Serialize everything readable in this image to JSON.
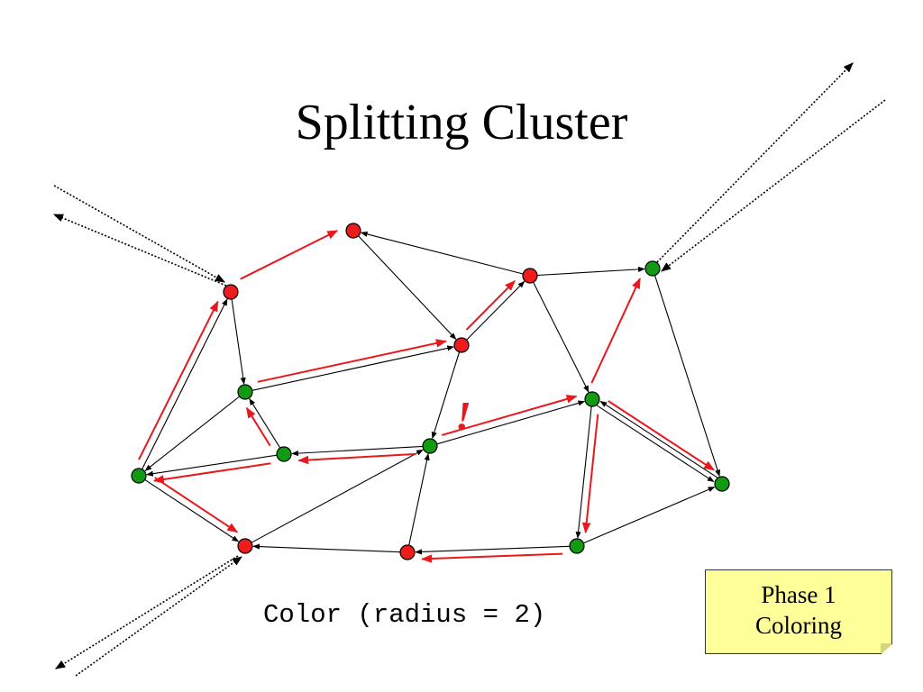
{
  "title": "Splitting Cluster",
  "caption": "Color (radius = 2)",
  "note": {
    "line1": "Phase 1",
    "line2": "Coloring"
  },
  "exclamation": "!",
  "colors": {
    "red_node": "#ee1c1c",
    "green_node": "#129b12",
    "node_outline": "#000000",
    "edge": "#000000",
    "red_arrow": "#e8181c",
    "note_fill": "#ffff99"
  },
  "nodes": [
    {
      "id": "r1",
      "color": "red"
    },
    {
      "id": "r2",
      "color": "red"
    },
    {
      "id": "r3",
      "color": "red"
    },
    {
      "id": "r4",
      "color": "red"
    },
    {
      "id": "r5",
      "color": "red"
    },
    {
      "id": "r6",
      "color": "red"
    },
    {
      "id": "g1",
      "color": "green"
    },
    {
      "id": "g2",
      "color": "green"
    },
    {
      "id": "g3",
      "color": "green"
    },
    {
      "id": "g4",
      "color": "green"
    },
    {
      "id": "g5",
      "color": "green"
    },
    {
      "id": "g6",
      "color": "green"
    },
    {
      "id": "g7",
      "color": "green"
    },
    {
      "id": "g8",
      "color": "green"
    }
  ],
  "edges": [
    {
      "from": "r1",
      "to": "g1"
    },
    {
      "from": "r2",
      "to": "r4"
    },
    {
      "from": "r3",
      "to": "r2"
    },
    {
      "from": "r3",
      "to": "g5"
    },
    {
      "from": "r3",
      "to": "g6"
    },
    {
      "from": "r4",
      "to": "r3"
    },
    {
      "from": "r4",
      "to": "g4"
    },
    {
      "from": "g1",
      "to": "r4"
    },
    {
      "from": "g1",
      "to": "g2"
    },
    {
      "from": "g2",
      "to": "r1"
    },
    {
      "from": "g2",
      "to": "r5"
    },
    {
      "from": "g3",
      "to": "g1"
    },
    {
      "from": "g3",
      "to": "g2"
    },
    {
      "from": "g4",
      "to": "g3"
    },
    {
      "from": "g4",
      "to": "g6"
    },
    {
      "from": "r5",
      "to": "g4"
    },
    {
      "from": "r6",
      "to": "r5"
    },
    {
      "from": "r6",
      "to": "g4"
    },
    {
      "from": "g6",
      "to": "g7"
    },
    {
      "from": "g6",
      "to": "g8"
    },
    {
      "from": "g8",
      "to": "g6"
    },
    {
      "from": "g5",
      "to": "g8"
    },
    {
      "from": "g7",
      "to": "r6"
    },
    {
      "from": "g7",
      "to": "g8"
    }
  ],
  "red_arrows": [
    {
      "from": "r1",
      "to": "r2"
    },
    {
      "from": "r4",
      "to": "r3"
    },
    {
      "from": "g1",
      "to": "r4"
    },
    {
      "from": "g3",
      "to": "g1"
    },
    {
      "from": "g2",
      "to": "r1"
    },
    {
      "from": "g3",
      "to": "g2"
    },
    {
      "from": "g4",
      "to": "g3"
    },
    {
      "from": "g4",
      "to": "g6"
    },
    {
      "from": "g2",
      "to": "r5"
    },
    {
      "from": "g6",
      "to": "g5"
    },
    {
      "from": "g6",
      "to": "g7"
    },
    {
      "from": "g6",
      "to": "g8"
    },
    {
      "from": "g7",
      "to": "r6"
    }
  ],
  "external_links": [
    {
      "node": "r1",
      "dir": "out",
      "edge": "upper-left"
    },
    {
      "node": "r1",
      "dir": "in",
      "edge": "upper-left"
    },
    {
      "node": "g5",
      "dir": "out",
      "edge": "upper-right"
    },
    {
      "node": "g5",
      "dir": "in",
      "edge": "upper-right"
    },
    {
      "node": "r5",
      "dir": "out",
      "edge": "lower-left"
    },
    {
      "node": "r5",
      "dir": "in",
      "edge": "lower-left"
    }
  ]
}
